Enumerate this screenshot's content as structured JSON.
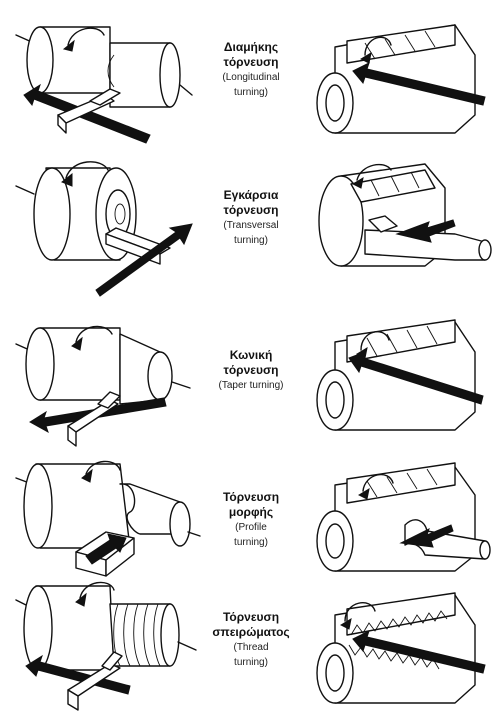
{
  "operations": [
    {
      "greek_line1": "Διαμήκης",
      "greek_line2": "τόρνευση",
      "english_line1": "(Longitudinal",
      "english_line2": "turning)"
    },
    {
      "greek_line1": "Εγκάρσια",
      "greek_line2": "τόρνευση",
      "english_line1": "(Transversal",
      "english_line2": "turning)"
    },
    {
      "greek_line1": "Κωνική",
      "greek_line2": "τόρνευση",
      "english_line1": "(Taper turning)",
      "english_line2": ""
    },
    {
      "greek_line1": "Τόρνευση",
      "greek_line2": "μορφής",
      "english_line1": "(Profile",
      "english_line2": "turning)"
    },
    {
      "greek_line1": "Τόρνευση",
      "greek_line2": "σπειρώματος",
      "english_line1": "(Thread",
      "english_line2": "turning)"
    }
  ]
}
